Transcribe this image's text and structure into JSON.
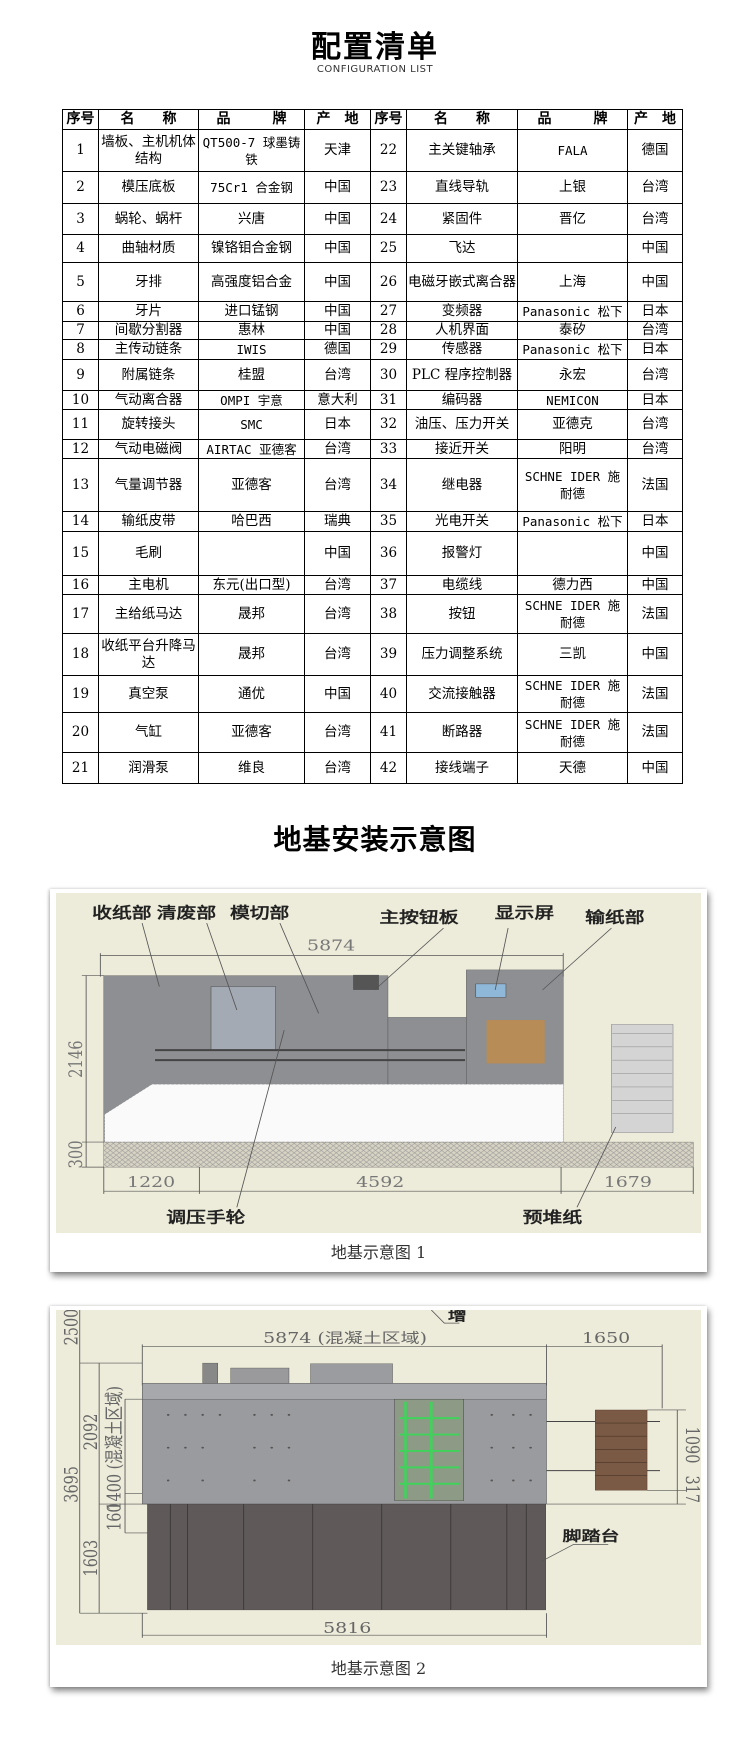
{
  "header": {
    "title": "配置清单",
    "subtitle": "CONFIGURATION LIST"
  },
  "table": {
    "columns": [
      "序号",
      "名　　称",
      "品　　　牌",
      "产　地",
      "序号",
      "名　　称",
      "品　　　牌",
      "产　地"
    ],
    "rows": [
      [
        [
          "1",
          "墙板、主机机体结构",
          "QT500-7 球墨铸铁",
          "天津"
        ],
        [
          "22",
          "主关键轴承",
          "FALA",
          "德国"
        ]
      ],
      [
        [
          "2",
          "模压底板",
          "75Cr1 合金钢",
          "中国"
        ],
        [
          "23",
          "直线导轨",
          "上银",
          "台湾"
        ]
      ],
      [
        [
          "3",
          "蜗轮、蜗杆",
          "兴唐",
          "中国"
        ],
        [
          "24",
          "紧固件",
          "晋亿",
          "台湾"
        ]
      ],
      [
        [
          "4",
          "曲轴材质",
          "镍铬钼合金钢",
          "中国"
        ],
        [
          "25",
          "飞达",
          "",
          "中国"
        ]
      ],
      [
        [
          "5",
          "牙排",
          "高强度铝合金",
          "中国"
        ],
        [
          "26",
          "电磁牙嵌式离合器",
          "上海",
          "中国"
        ]
      ],
      [
        [
          "6",
          "牙片",
          "进口锰钢",
          "中国"
        ],
        [
          "27",
          "变频器",
          "Panasonic 松下",
          "日本"
        ]
      ],
      [
        [
          "7",
          "间歇分割器",
          "惠林",
          "中国"
        ],
        [
          "28",
          "人机界面",
          "泰矽",
          "台湾"
        ]
      ],
      [
        [
          "8",
          "主传动链条",
          "IWIS",
          "德国"
        ],
        [
          "29",
          "传感器",
          "Panasonic 松下",
          "日本"
        ]
      ],
      [
        [
          "9",
          "附属链条",
          "桂盟",
          "台湾"
        ],
        [
          "30",
          "PLC 程序控制器",
          "永宏",
          "台湾"
        ]
      ],
      [
        [
          "10",
          "气动离合器",
          "OMPI 宇意",
          "意大利"
        ],
        [
          "31",
          "编码器",
          "NEMICON",
          "日本"
        ]
      ],
      [
        [
          "11",
          "旋转接头",
          "SMC",
          "日本"
        ],
        [
          "32",
          "油压、压力开关",
          "亚德克",
          "台湾"
        ]
      ],
      [
        [
          "12",
          "气动电磁阀",
          "AIRTAC 亚德客",
          "台湾"
        ],
        [
          "33",
          "接近开关",
          "阳明",
          "台湾"
        ]
      ],
      [
        [
          "13",
          "气量调节器",
          "亚德客",
          "台湾"
        ],
        [
          "34",
          "继电器",
          "SCHNE IDER 施耐德",
          "法国"
        ]
      ],
      [
        [
          "14",
          "输纸皮带",
          "哈巴西",
          "瑞典"
        ],
        [
          "35",
          "光电开关",
          "Panasonic 松下",
          "日本"
        ]
      ],
      [
        [
          "15",
          "毛刷",
          "",
          "中国"
        ],
        [
          "36",
          "报警灯",
          "",
          "中国"
        ]
      ],
      [
        [
          "16",
          "主电机",
          "东元(出口型)",
          "台湾"
        ],
        [
          "37",
          "电缆线",
          "德力西",
          "中国"
        ]
      ],
      [
        [
          "17",
          "主给纸马达",
          "晟邦",
          "台湾"
        ],
        [
          "38",
          "按钮",
          "SCHNE IDER 施耐德",
          "法国"
        ]
      ],
      [
        [
          "18",
          "收纸平台升降马达",
          "晟邦",
          "台湾"
        ],
        [
          "39",
          "压力调整系统",
          "三凯",
          "中国"
        ]
      ],
      [
        [
          "19",
          "真空泵",
          "通优",
          "中国"
        ],
        [
          "40",
          "交流接触器",
          "SCHNE IDER 施耐德",
          "法国"
        ]
      ],
      [
        [
          "20",
          "气缸",
          "亚德客",
          "台湾"
        ],
        [
          "41",
          "断路器",
          "SCHNE IDER 施耐德",
          "法国"
        ]
      ],
      [
        [
          "21",
          "润滑泵",
          "维良",
          "台湾"
        ],
        [
          "42",
          "接线端子",
          "天德",
          "中国"
        ]
      ]
    ]
  },
  "section": {
    "title": "地基安装示意图"
  },
  "figure1": {
    "caption": "地基示意图 1",
    "labels": {
      "delivery": "收纸部",
      "stripping": "清废部",
      "diecut": "模切部",
      "button_panel": "主按钮板",
      "display": "显示屏",
      "feeder": "输纸部",
      "handwheel": "调压手轮",
      "prestack": "预堆纸"
    },
    "dims": {
      "total": "5874",
      "height": "2146",
      "base": "300",
      "left": "1220",
      "mid": "4592",
      "right": "1679"
    }
  },
  "figure2": {
    "caption": "地基示意图 2",
    "labels": {
      "top_partial": "增",
      "footstep": "脚踏台"
    },
    "dims": {
      "total": "5874 (混凝土区域)",
      "right": "1650",
      "d2500": "2500",
      "d2092": "2092",
      "d3695": "3695",
      "d1400": "1400 (混凝土区域)",
      "d160": "160",
      "d1603": "1603",
      "d1090": "1090",
      "d317": "317",
      "bottom": "5816"
    }
  },
  "colors": {
    "drawing_bg": "#edebd9",
    "machine": "#8d8f93",
    "base": "#5f5a59",
    "pallet": "#7b5a45",
    "green": "#3fd35a"
  }
}
